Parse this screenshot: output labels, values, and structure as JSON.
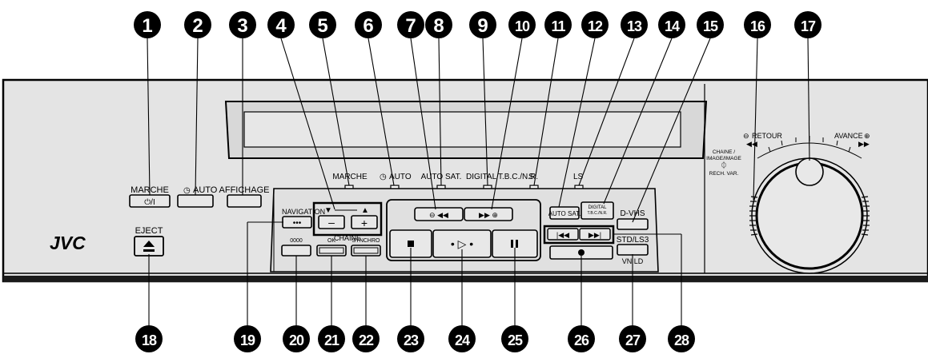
{
  "brand": "JVC",
  "callouts": [
    "1",
    "2",
    "3",
    "4",
    "5",
    "6",
    "7",
    "8",
    "9",
    "10",
    "11",
    "12",
    "13",
    "14",
    "15",
    "16",
    "17",
    "18",
    "19",
    "20",
    "21",
    "22",
    "23",
    "24",
    "25",
    "26",
    "27",
    "28"
  ],
  "panel_labels": {
    "marche": "MARCHE",
    "power_symbol": "⏻/I",
    "auto": "AUTO",
    "affichage": "AFFICHAGE",
    "eject": "EJECT",
    "navigation": "NAVIGATION",
    "nav_dots": "•••",
    "chaine": "CHAINE",
    "minus": "–",
    "plus": "+",
    "code": "0000",
    "ok": "OK",
    "synchro": "SYNCHRO",
    "ind_marche": "MARCHE",
    "ind_auto": "AUTO",
    "ind_autosat": "AUTO SAT.",
    "ind_digital": "DIGITAL",
    "ind_tbc": "T.B.C./N.R.",
    "ind_s": "S",
    "ind_ls": "LS",
    "autosat_btn": "AUTO SAT.",
    "digital_btn": "DIGITAL",
    "digital_sub": "T.B.C./N.R.",
    "dvhs": "D-VHS",
    "stdls3": "STD/LS3",
    "vnld": "VN LD",
    "retour": "RETOUR",
    "avance": "AVANCE",
    "chaine_image": "CHAINE /",
    "image_image": "IMAGE/IMAGE",
    "rech_var": "RECH. VAR."
  }
}
